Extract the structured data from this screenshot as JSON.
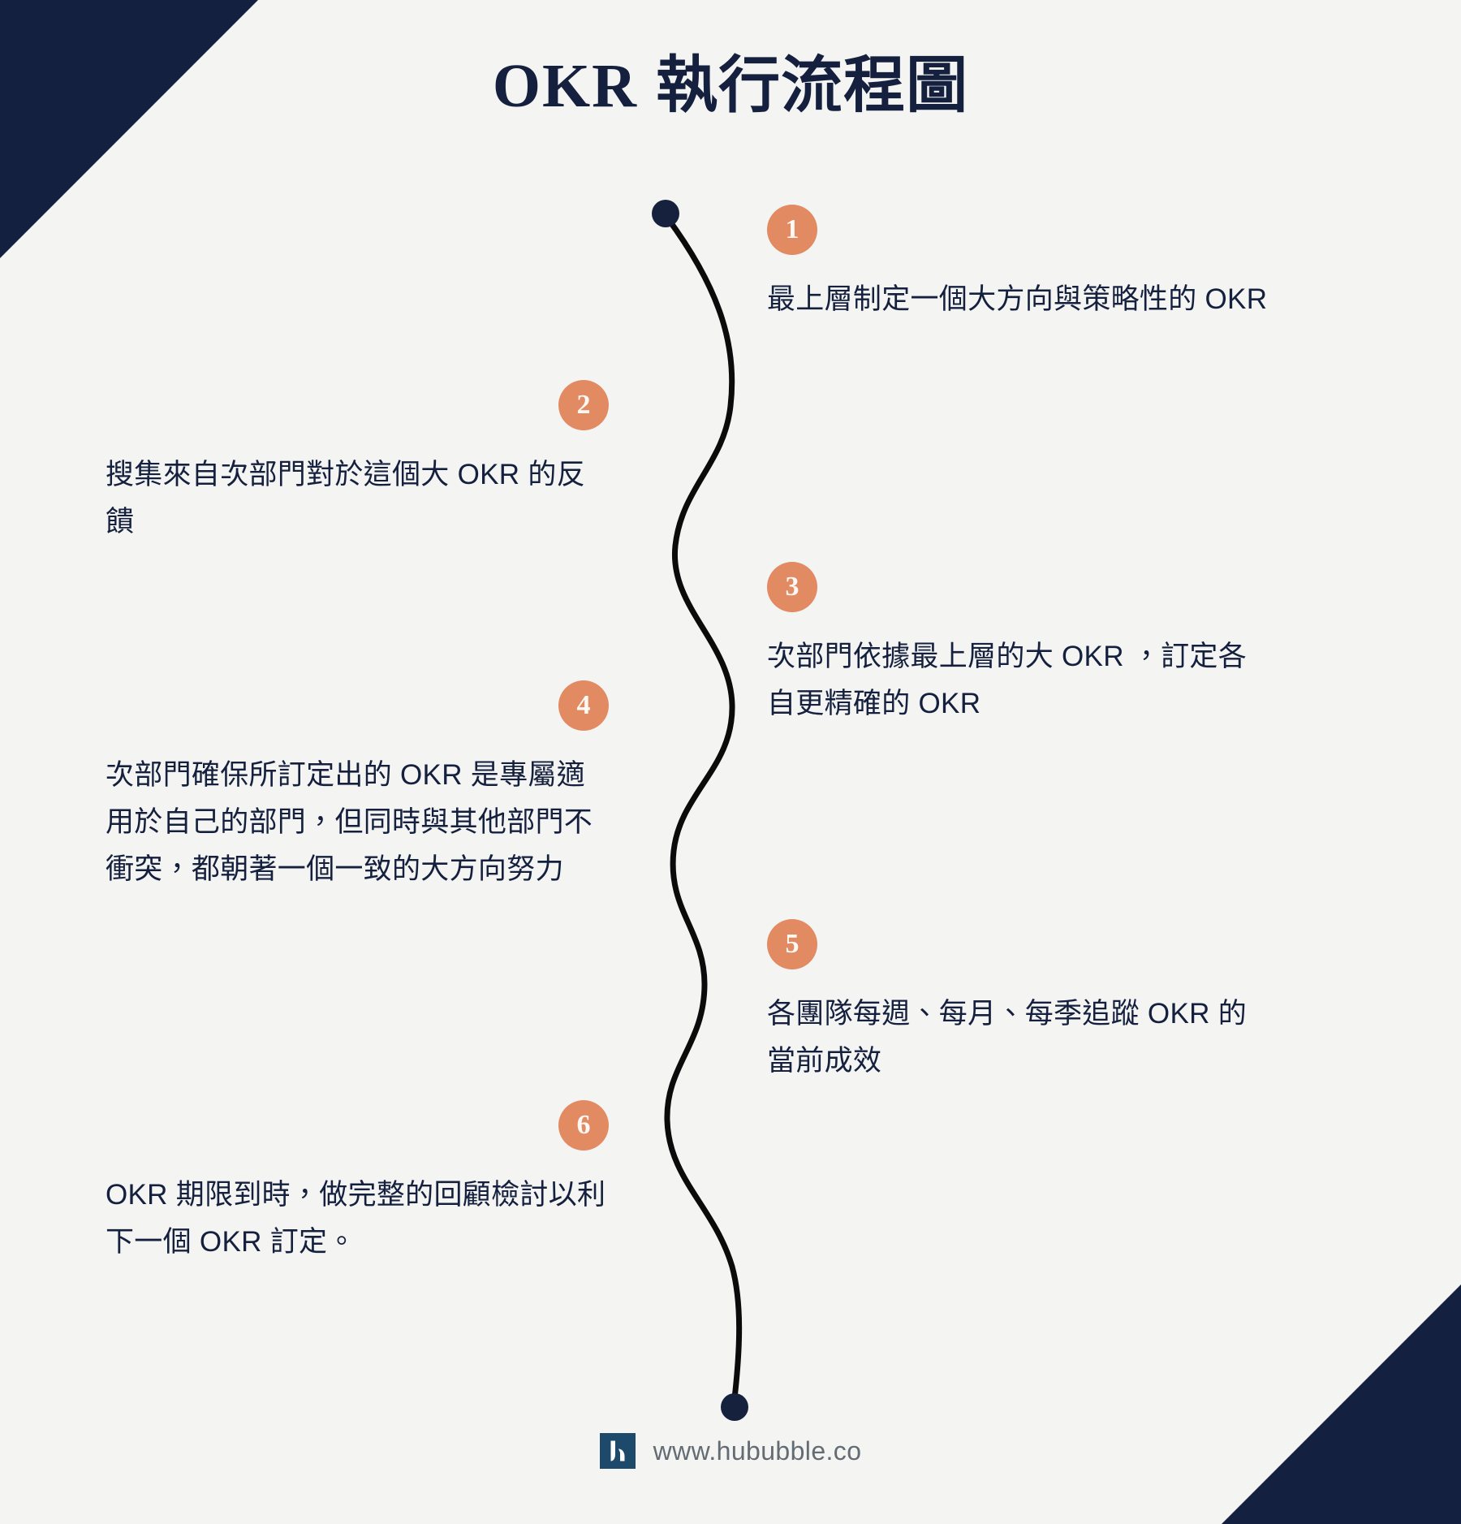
{
  "page": {
    "background_color": "#f4f4f3",
    "accent_color": "#e28a62",
    "navy_color": "#13203f"
  },
  "header": {
    "title_latin": "OKR",
    "title_cjk": "執行流程圖"
  },
  "flow": {
    "steps": [
      {
        "number": "1",
        "side": "right",
        "text": "最上層制定一個大方向與策略性的 OKR"
      },
      {
        "number": "2",
        "side": "left",
        "text": "搜集來自次部門對於這個大 OKR 的反饋"
      },
      {
        "number": "3",
        "side": "right",
        "text": "次部門依據最上層的大 OKR ，訂定各自更精確的 OKR"
      },
      {
        "number": "4",
        "side": "left",
        "text": "次部門確保所訂定出的 OKR 是專屬適用於自己的部門，但同時與其他部門不衝突，都朝著一個一致的大方向努力"
      },
      {
        "number": "5",
        "side": "right",
        "text": "各團隊每週、每月、每季追蹤 OKR 的當前成效"
      },
      {
        "number": "6",
        "side": "left",
        "text": "OKR 期限到時，做完整的回顧檢討以利下一個 OKR 訂定。"
      }
    ]
  },
  "footer": {
    "logo_letter": "h",
    "url": "www.hububble.co"
  }
}
